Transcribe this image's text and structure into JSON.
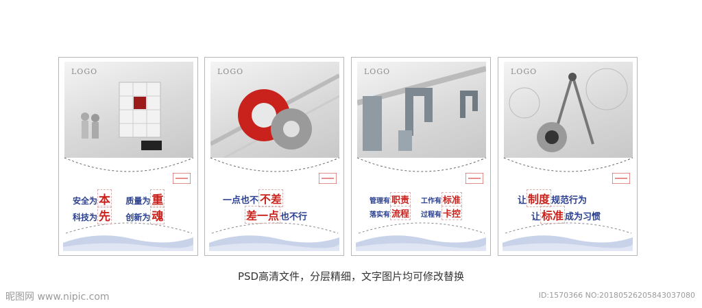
{
  "logo_text": "LOGO",
  "panels": [
    {
      "lines": [
        {
          "a": "安全为",
          "b": "本",
          "c": "",
          "d": "质量为",
          "e": "重"
        },
        {
          "a": "科技为",
          "b": "先",
          "c": "",
          "d": "创新为",
          "e": "魂"
        }
      ]
    },
    {
      "line1_pre": "一点也不",
      "line1_hl": "不差",
      "line2_hl": "差一点",
      "line2_post": "也不行"
    },
    {
      "lines": [
        {
          "a": "管理有",
          "b": "职责",
          "d": "工作有",
          "e": "标准"
        },
        {
          "a": "落实有",
          "b": "流程",
          "d": "过程有",
          "e": "卡控"
        }
      ]
    },
    {
      "line1_pre": "让",
      "line1_hl": "制度",
      "line1_post": "规范行为",
      "line2_pre": "让",
      "line2_hl": "标准",
      "line2_post": "成为习惯"
    }
  ],
  "caption": "PSD高清文件，分层精细，文字图片均可修改替换",
  "watermark_left": "昵图网 www.nipic.com",
  "watermark_right": "ID:1570366 NO:20180526205843037080",
  "colors": {
    "blue": "#2a3f8f",
    "red": "#c9221c",
    "border": "#b5b5b5"
  }
}
